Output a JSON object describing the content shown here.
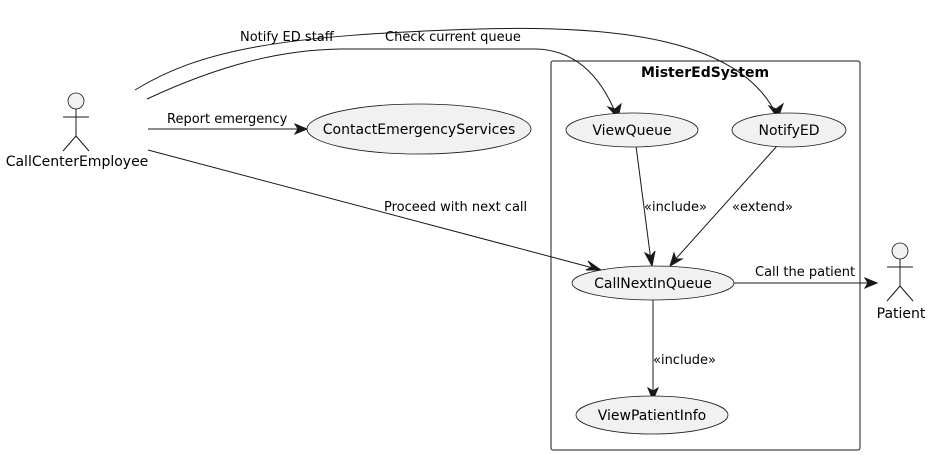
{
  "system": {
    "title": "MisterEdSystem"
  },
  "actors": {
    "call_center_employee": "CallCenterEmployee",
    "patient": "Patient"
  },
  "use_cases": {
    "contact_emergency_services": "ContactEmergencyServices",
    "view_queue": "ViewQueue",
    "notify_ed": "NotifyED",
    "call_next_in_queue": "CallNextInQueue",
    "view_patient_info": "ViewPatientInfo"
  },
  "edges": {
    "notify_ed_staff": "Notify ED staff",
    "check_current_queue": "Check current queue",
    "report_emergency": "Report emergency",
    "proceed_with_next_call": "Proceed with next call",
    "include_view_queue": "«include»",
    "extend_notify_ed": "«extend»",
    "call_the_patient": "Call the patient",
    "include_view_patient_info": "«include»"
  }
}
